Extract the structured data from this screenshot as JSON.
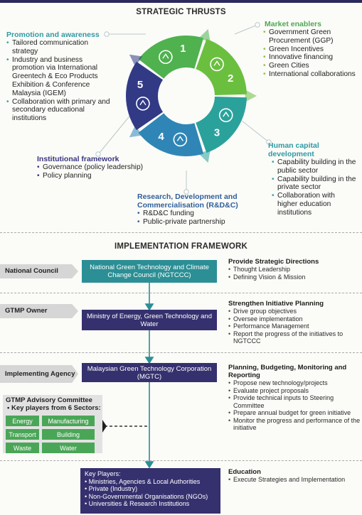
{
  "strategic_thrusts": {
    "title": "STRATEGIC THRUSTS",
    "segment_numbers": [
      "1",
      "2",
      "3",
      "4",
      "5"
    ],
    "colors": {
      "seg1": "#4fb24f",
      "seg2": "#6bbf3f",
      "seg3": "#2aa29b",
      "seg4": "#2f86b6",
      "seg5": "#323a86"
    },
    "promotion": {
      "title": "Promotion and awareness",
      "items": [
        "Tailored communication strategy",
        "Industry and business promotion via International Greentech & Eco Products Exhibition & Conference Malaysia (IGEM)",
        "Collaboration with primary and secondary educational institutions"
      ]
    },
    "market": {
      "title": "Market enablers",
      "items": [
        "Government Green Procurement (GGP)",
        "Green Incentives",
        "Innovative financing",
        "Green Cities",
        "International collaborations"
      ]
    },
    "human": {
      "title": "Human capital development",
      "items": [
        "Capability building in the public sector",
        "Capability building in the private sector",
        "Collaboration with higher education institutions"
      ]
    },
    "institutional": {
      "title": "Institutional framework",
      "items": [
        "Governance (policy leadership)",
        "Policy planning"
      ]
    },
    "rdc": {
      "title": "Research, Development and Commercialisation (R&D&C)",
      "items": [
        "R&D&C funding",
        "Public-private partnership"
      ]
    }
  },
  "implementation": {
    "title": "IMPLEMENTATION FRAMEWORK",
    "rows": [
      {
        "label": "National Council",
        "box": "National Green Technology and Climate Change Council (NGTCCC)",
        "heading": "Provide Strategic Directions",
        "items": [
          "Thought Leadership",
          "Defining Vision & Mission"
        ]
      },
      {
        "label": "GTMP Owner",
        "box": "Ministry of Energy, Green Technology and Water",
        "heading": "Strengthen Initiative Planning",
        "items": [
          "Drive group objectives",
          "Oversee implementation",
          "Performance Management",
          "Report the progress of the initiatives to NGTCCC"
        ]
      },
      {
        "label": "Implementing Agency",
        "box": "Malaysian Green Technology Corporation (MGTC)",
        "heading": "Planning, Budgeting, Monitoring and Reporting",
        "items": [
          "Propose new technology/projects",
          "Evaluate project proposals",
          "Provide technical inputs to Steering Committee",
          "Prepare annual budget for green initiative",
          "Monitor the progress and performance of the initiative"
        ]
      }
    ],
    "advisory": {
      "title": "GTMP Advisory Committee",
      "subtitle": "Key players from 6 Sectors:",
      "sectors": [
        "Energy",
        "Manufacturing",
        "Transport",
        "Building",
        "Waste",
        "Water"
      ]
    },
    "education": {
      "heading": "Education",
      "items": [
        "Execute Strategies and Implementation"
      ],
      "key_players_title": "Key Players:",
      "key_players": [
        "Ministries, Agencies & Local Authorities",
        "Private (Industry)",
        "Non-Governmental Organisations (NGOs)",
        "Universities & Research Institutions"
      ]
    },
    "colors": {
      "teal_box": "#2b8f95",
      "purple_box": "#35306e",
      "label_bg": "#d6d6d6",
      "arrow": "#2b8f95"
    }
  }
}
